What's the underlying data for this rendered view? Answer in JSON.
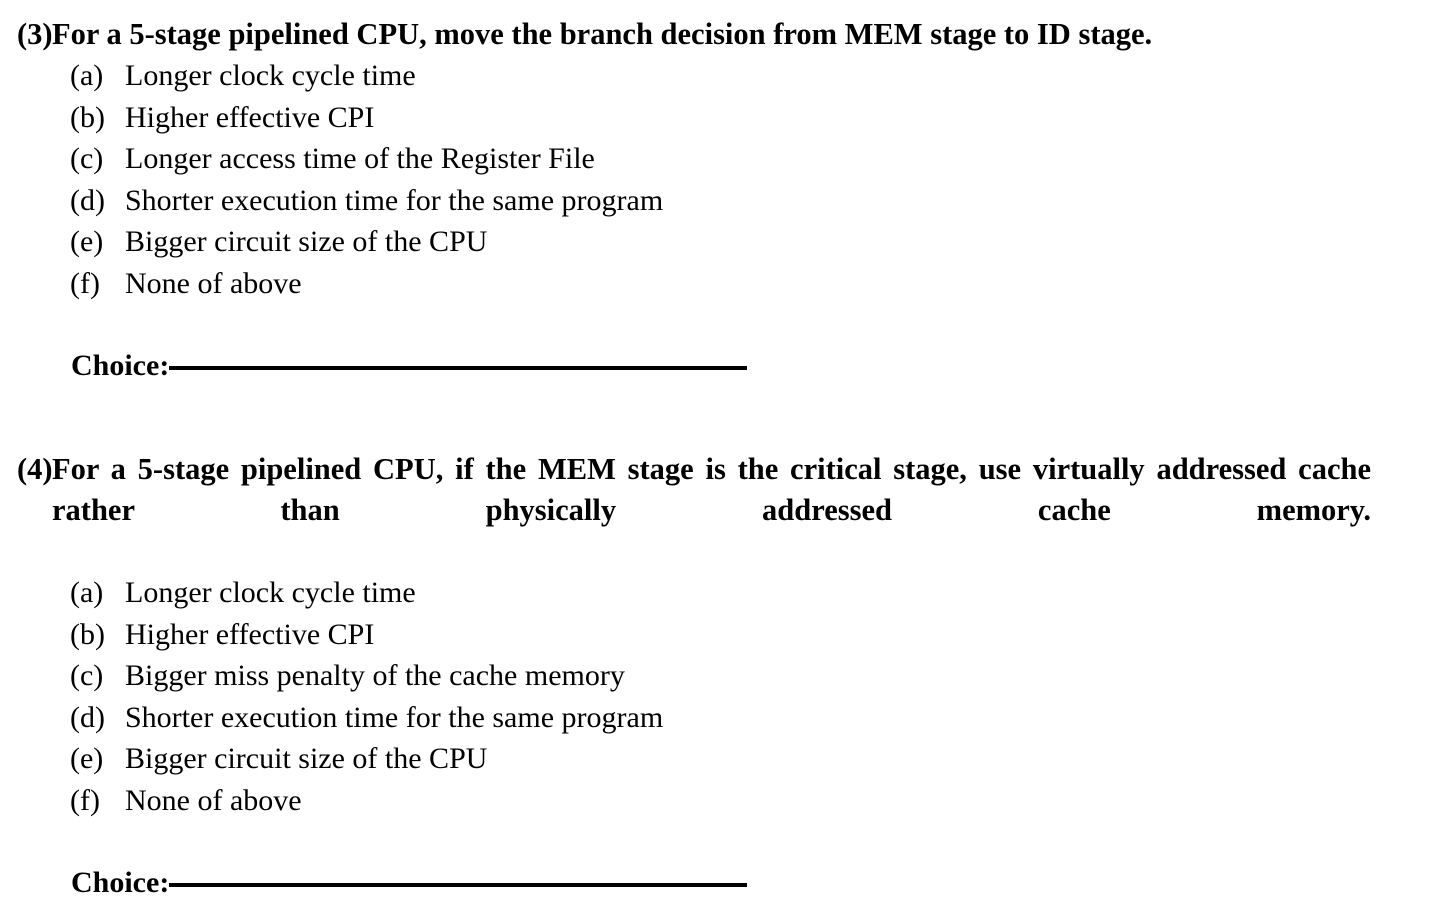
{
  "document": {
    "type": "exam-question-sheet",
    "background_color": "#ffffff",
    "text_color": "#000000"
  },
  "questions": [
    {
      "number": "(3)",
      "prompt": "For a 5-stage pipelined CPU, move the branch decision from MEM stage to ID stage.",
      "options": [
        {
          "marker": "(a)",
          "label": "Longer clock cycle time"
        },
        {
          "marker": "(b)",
          "label": "Higher effective CPI"
        },
        {
          "marker": "(c)",
          "label": "Longer access time of the Register File"
        },
        {
          "marker": "(d)",
          "label": "Shorter execution time for the same program"
        },
        {
          "marker": "(e)",
          "label": "Bigger circuit size of the CPU"
        },
        {
          "marker": "(f)",
          "label": "None of above"
        }
      ],
      "choice_label": "Choice:",
      "choice_value": ""
    },
    {
      "number": "(4)",
      "prompt": "For a 5-stage pipelined CPU, if the MEM stage is the critical stage, use virtually addressed cache rather than physically addressed cache memory.",
      "options": [
        {
          "marker": "(a)",
          "label": "Longer clock cycle time"
        },
        {
          "marker": "(b)",
          "label": "Higher effective CPI"
        },
        {
          "marker": "(c)",
          "label": "Bigger miss penalty of the cache memory"
        },
        {
          "marker": "(d)",
          "label": "Shorter execution time for the same program"
        },
        {
          "marker": "(e)",
          "label": "Bigger circuit size of the CPU"
        },
        {
          "marker": "(f)",
          "label": "None of above"
        }
      ],
      "choice_label": "Choice:",
      "choice_value": ""
    }
  ]
}
